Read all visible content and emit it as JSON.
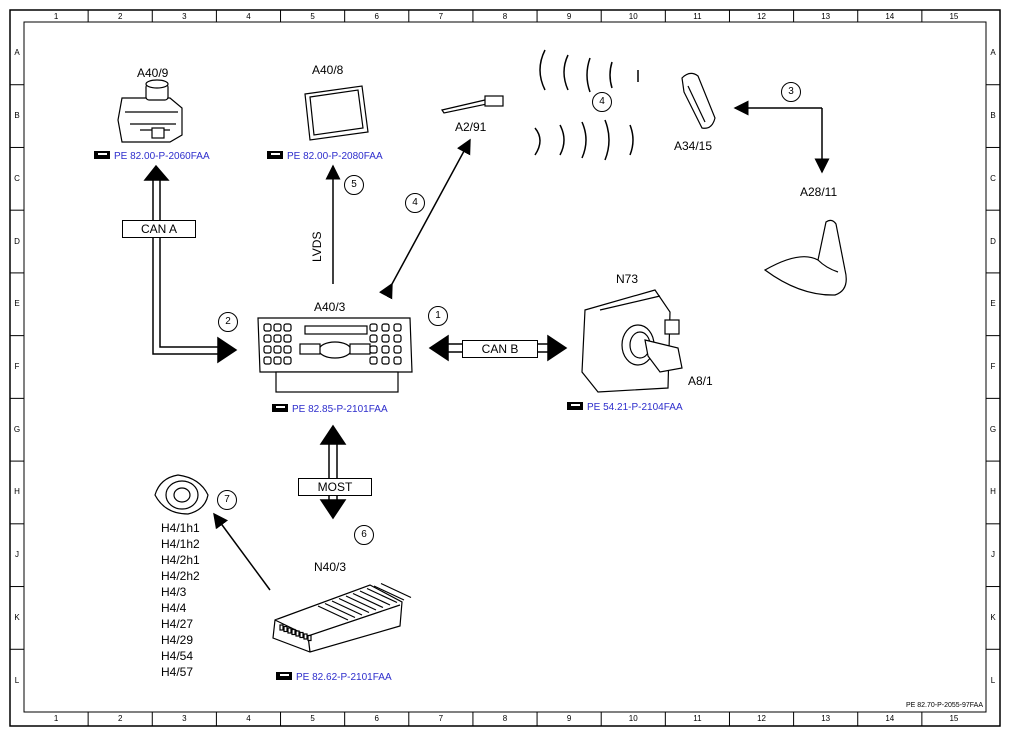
{
  "frame": {
    "columns": [
      "1",
      "2",
      "3",
      "4",
      "5",
      "6",
      "7",
      "8",
      "9",
      "10",
      "11",
      "12",
      "13",
      "14",
      "15"
    ],
    "rows": [
      "A",
      "B",
      "C",
      "D",
      "E",
      "F",
      "G",
      "H",
      "J",
      "K",
      "L"
    ],
    "doc_id": "PE 82.70-P-2055-97FAA"
  },
  "components": {
    "a40_9": {
      "label": "A40/9",
      "ref": "PE 82.00-P-2060FAA"
    },
    "a40_8": {
      "label": "A40/8",
      "ref": "PE 82.00-P-2080FAA"
    },
    "a2_91": {
      "label": "A2/91"
    },
    "a34_15": {
      "label": "A34/15"
    },
    "a28_11": {
      "label": "A28/11"
    },
    "a40_3": {
      "label": "A40/3",
      "ref": "PE 82.85-P-2101FAA"
    },
    "n73": {
      "label": "N73",
      "sub_label": "A8/1",
      "ref": "PE 54.21-P-2104FAA"
    },
    "n40_3": {
      "label": "N40/3",
      "ref": "PE 82.62-P-2101FAA"
    }
  },
  "buses": {
    "can_a": "CAN A",
    "can_b": "CAN B",
    "most": "MOST",
    "lvds": "LVDS"
  },
  "callouts": [
    "1",
    "2",
    "3",
    "4",
    "4",
    "5",
    "6",
    "7"
  ],
  "speakers": [
    "H4/1h1",
    "H4/1h2",
    "H4/2h1",
    "H4/2h2",
    "H4/3",
    "H4/4",
    "H4/27",
    "H4/29",
    "H4/54",
    "H4/57"
  ]
}
